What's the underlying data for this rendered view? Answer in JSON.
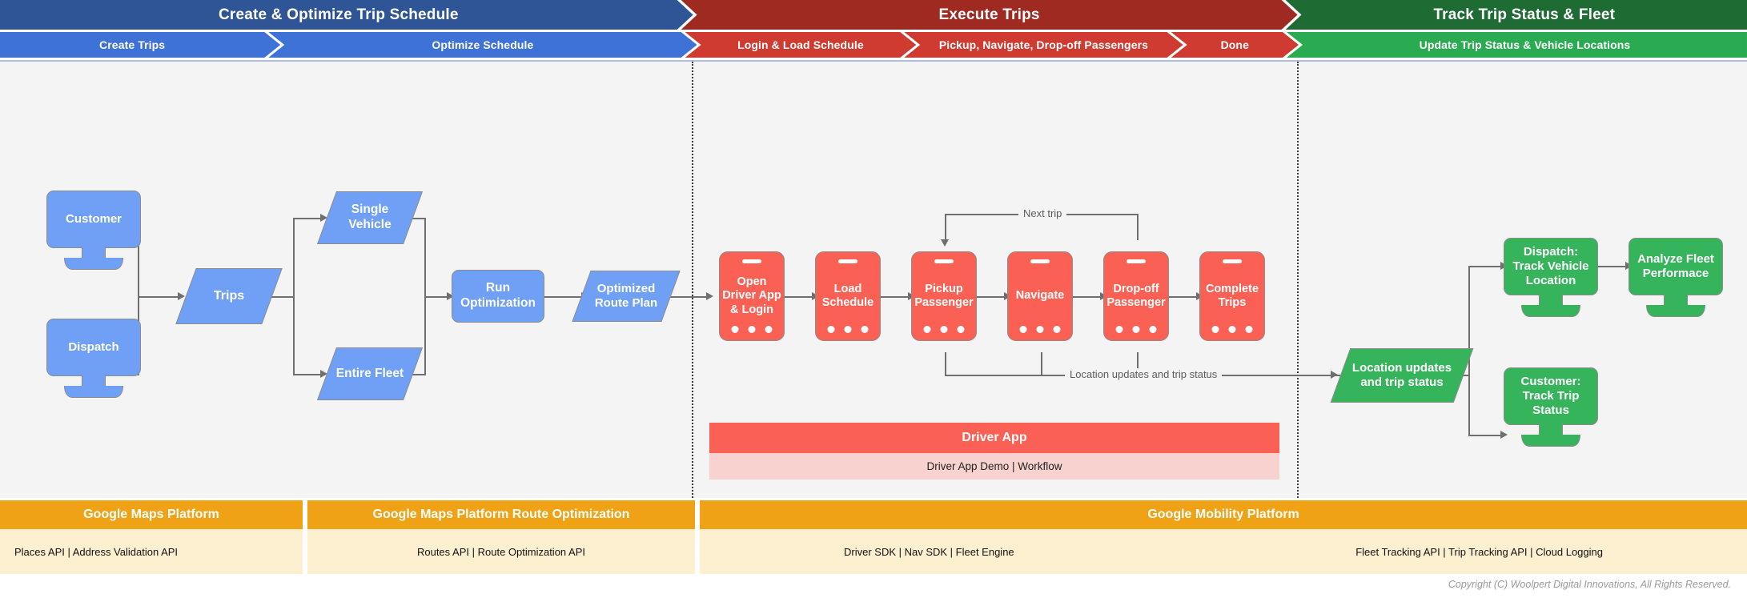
{
  "header": {
    "phases": [
      {
        "label": "Create & Optimize Trip Schedule",
        "color": "#2f5597"
      },
      {
        "label": "Execute Trips",
        "color": "#9e2a21"
      },
      {
        "label": "Track Trip Status & Fleet",
        "color": "#1e6b33"
      }
    ],
    "steps": [
      {
        "label": "Create Trips",
        "color": "#3f72d7"
      },
      {
        "label": "Optimize Schedule",
        "color": "#3f72d7"
      },
      {
        "label": "Login & Load Schedule",
        "color": "#cf3b30"
      },
      {
        "label": "Pickup, Navigate, Drop-off Passengers",
        "color": "#cf3b30"
      },
      {
        "label": "Done",
        "color": "#cf3b30"
      },
      {
        "label": "Update Trip Status & Vehicle Locations",
        "color": "#2bab51"
      }
    ]
  },
  "create_section": {
    "customer": "Customer",
    "dispatch": "Dispatch",
    "trips": "Trips",
    "single_vehicle": "Single Vehicle",
    "entire_fleet": "Entire Fleet",
    "run_optimization": "Run Optimization",
    "optimized_route_plan": "Optimized Route Plan"
  },
  "execute_section": {
    "phones": [
      "Open Driver App & Login",
      "Load Schedule",
      "Pickup Passenger",
      "Navigate",
      "Drop-off Passenger",
      "Complete Trips"
    ],
    "next_trip_label": "Next trip",
    "location_updates_label": "Location updates and trip status",
    "driver_app": {
      "title": "Driver App",
      "links": "Driver App Demo  |  Workflow"
    }
  },
  "track_section": {
    "location_updates": "Location updates and trip status",
    "dispatch_track": "Dispatch: Track Vehicle Location",
    "customer_track": "Customer: Track Trip Status",
    "analyze_fleet": "Analyze Fleet Performace"
  },
  "platforms": [
    {
      "title": "Google Maps Platform",
      "apis": "Places API  |  Address Validation API"
    },
    {
      "title": "Google Maps Platform Route Optimization",
      "apis": "Routes API | Route Optimization API"
    },
    {
      "title": "Google Mobility Platform",
      "apis_left": "Driver SDK  |  Nav SDK  |  Fleet Engine",
      "apis_right": "Fleet Tracking API  |  Trip Tracking API  |  Cloud Logging"
    }
  ],
  "copyright": "Copyright (C) Woolpert Digital Innovations, All Rights Reserved.",
  "colors": {
    "blue_dark": "#2f5597",
    "blue": "#3f72d7",
    "blue_node": "#6fa0f5",
    "red_dark": "#9e2a21",
    "red": "#cf3b30",
    "red_node": "#fb6054",
    "green_dark": "#1e6b33",
    "green": "#2bab51",
    "green_node": "#35b45b",
    "orange": "#efa215",
    "orange_light": "#fdf0d0",
    "canvas": "#f4f4f4"
  }
}
